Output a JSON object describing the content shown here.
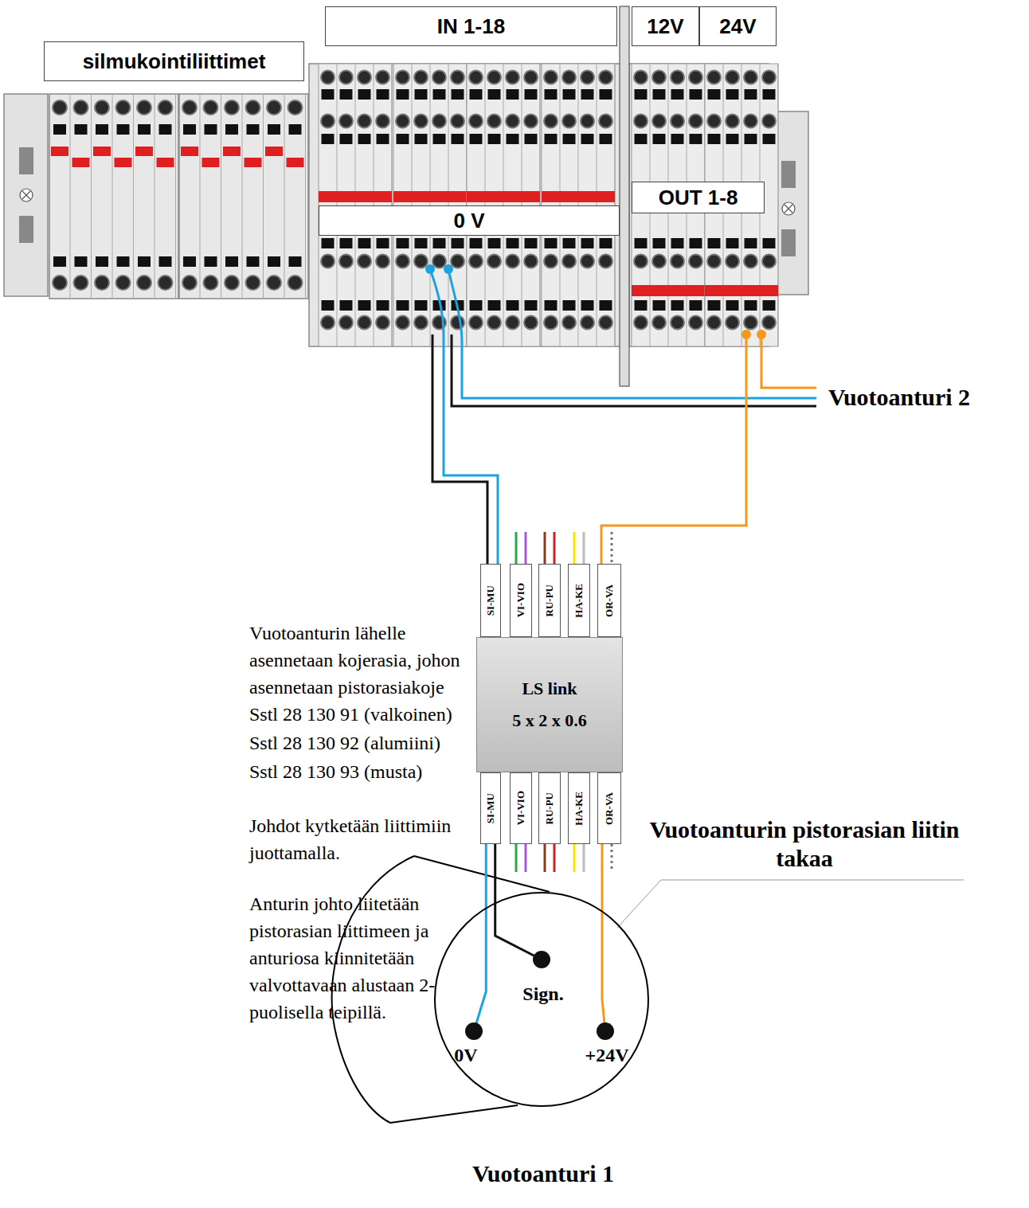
{
  "diagram": {
    "nodes": [
      {
        "text": [
          "silmukointiliittimet"
        ]
      },
      {
        "text": [
          "IN 1-18"
        ]
      },
      {
        "text": [
          "12V"
        ]
      },
      {
        "text": [
          "24V"
        ]
      },
      {
        "text": [
          "0 V"
        ]
      },
      {
        "text": [
          "OUT 1-8"
        ]
      },
      {
        "text": [
          "SI-MU"
        ]
      },
      {
        "text": [
          "VI-VIO"
        ]
      },
      {
        "text": [
          "RU-PU"
        ]
      },
      {
        "text": [
          "HA-KE"
        ]
      },
      {
        "text": [
          "OR-VA"
        ]
      },
      {
        "text": [
          "LS link",
          "5 x 2 x 0.6"
        ]
      },
      {
        "text": [
          "SI-MU"
        ]
      },
      {
        "text": [
          "VI-VIO"
        ]
      },
      {
        "text": [
          "RU-PU"
        ]
      },
      {
        "text": [
          "HA-KE"
        ]
      },
      {
        "text": [
          "OR-VA"
        ]
      },
      {
        "text": [
          "Sign.",
          "0V",
          "+24V",
          "Vuotoanturi 1"
        ]
      }
    ],
    "edges": [
      {
        "from": 12,
        "to": 17,
        "arrow": "none"
      },
      {
        "from": 12,
        "to": 17,
        "arrow": "none"
      },
      {
        "from": 16,
        "to": 17,
        "arrow": "none"
      }
    ],
    "labels": [
      "Vuotoanturi 2",
      "Vuotoanturin pistorasian liitin takaa",
      "Vuotoanturin lähelle asennetaan kojerasia, johon asennetaan pistorasiakoje",
      "Sstl 28 130 91 (valkoinen)",
      "Sstl 28 130 92 (alumiini)",
      "Sstl 28 130 93 (musta)",
      "Johdot kytketään liittimiin juottamalla.",
      "Anturin johto liitetään pistorasian liittimeen ja anturiosa kiinnitetään valvottavaan alustaan 2-puolisella teipillä."
    ]
  }
}
